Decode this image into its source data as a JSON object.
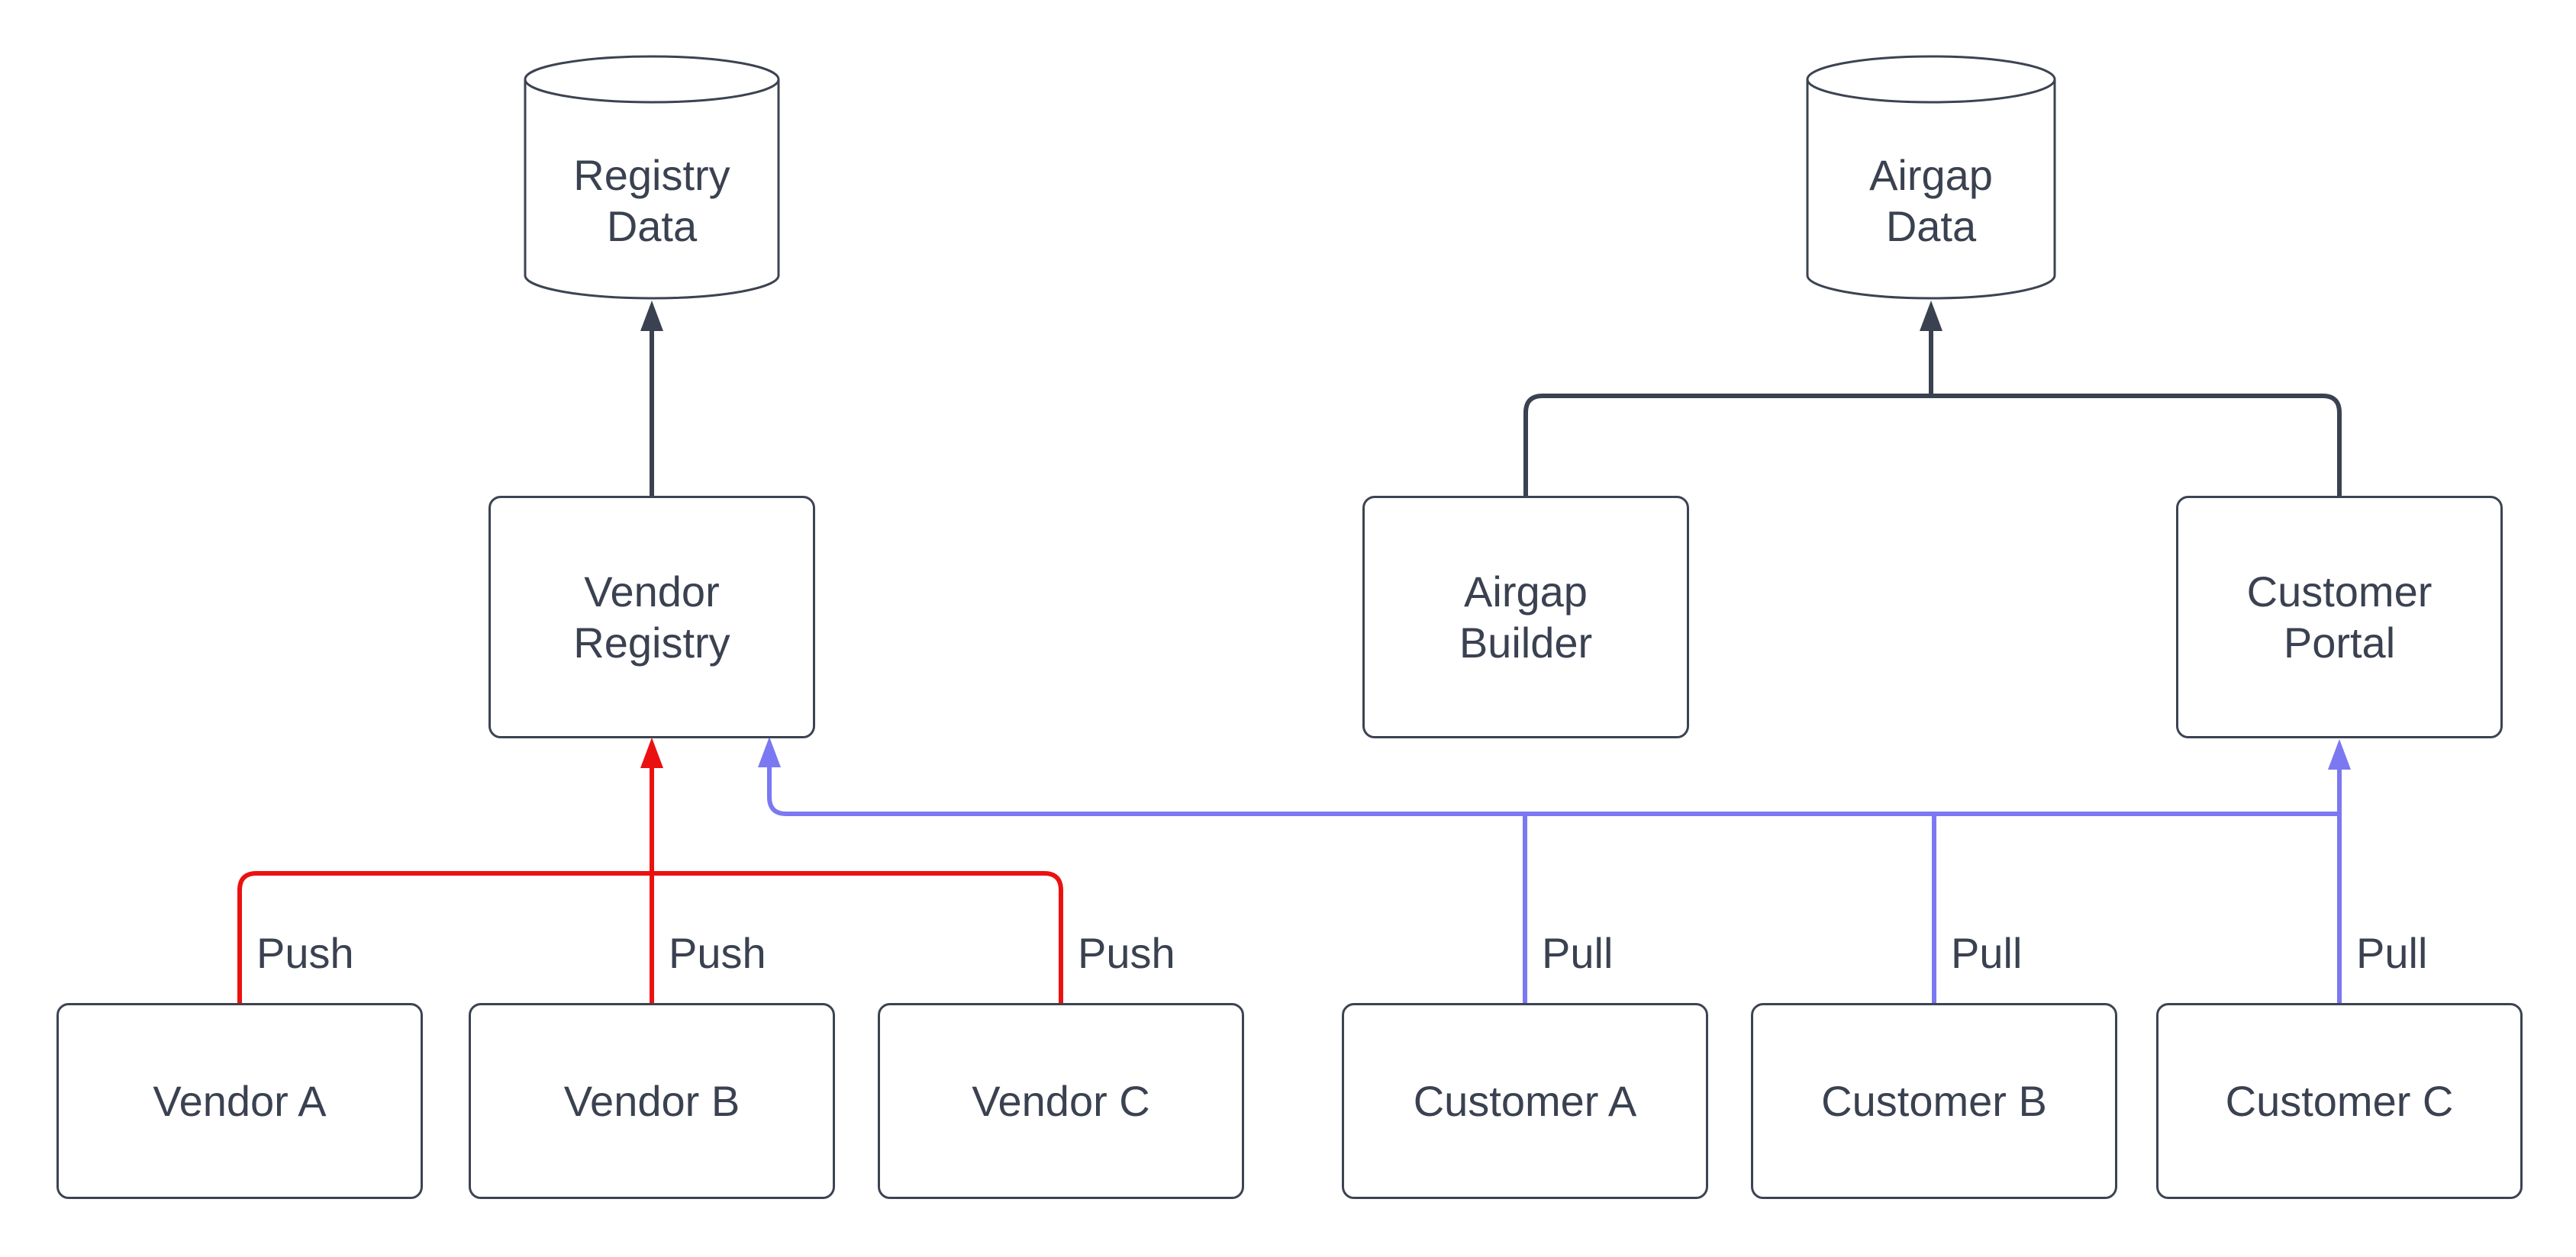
{
  "diagram": {
    "background": "#ffffff",
    "colors": {
      "node_stroke": "#3c4351",
      "text": "#3a4150",
      "dark_connector": "#3a4150",
      "push_red": "#ec1111",
      "pull_blue": "#7b78f2",
      "node_fill": "#ffffff"
    },
    "nodes": {
      "registry_data": {
        "label": "Registry\nData",
        "shape": "cylinder"
      },
      "airgap_data": {
        "label": "Airgap\nData",
        "shape": "cylinder"
      },
      "vendor_registry": {
        "label": "Vendor\nRegistry",
        "shape": "rect"
      },
      "airgap_builder": {
        "label": "Airgap\nBuilder",
        "shape": "rect"
      },
      "customer_portal": {
        "label": "Customer\nPortal",
        "shape": "rect"
      },
      "vendor_a": {
        "label": "Vendor A",
        "shape": "rect"
      },
      "vendor_b": {
        "label": "Vendor B",
        "shape": "rect"
      },
      "vendor_c": {
        "label": "Vendor C",
        "shape": "rect"
      },
      "customer_a": {
        "label": "Customer A",
        "shape": "rect"
      },
      "customer_b": {
        "label": "Customer B",
        "shape": "rect"
      },
      "customer_c": {
        "label": "Customer C",
        "shape": "rect"
      }
    },
    "edge_labels": {
      "push_a": "Push",
      "push_b": "Push",
      "push_c": "Push",
      "pull_a": "Pull",
      "pull_b": "Pull",
      "pull_c": "Pull"
    }
  }
}
